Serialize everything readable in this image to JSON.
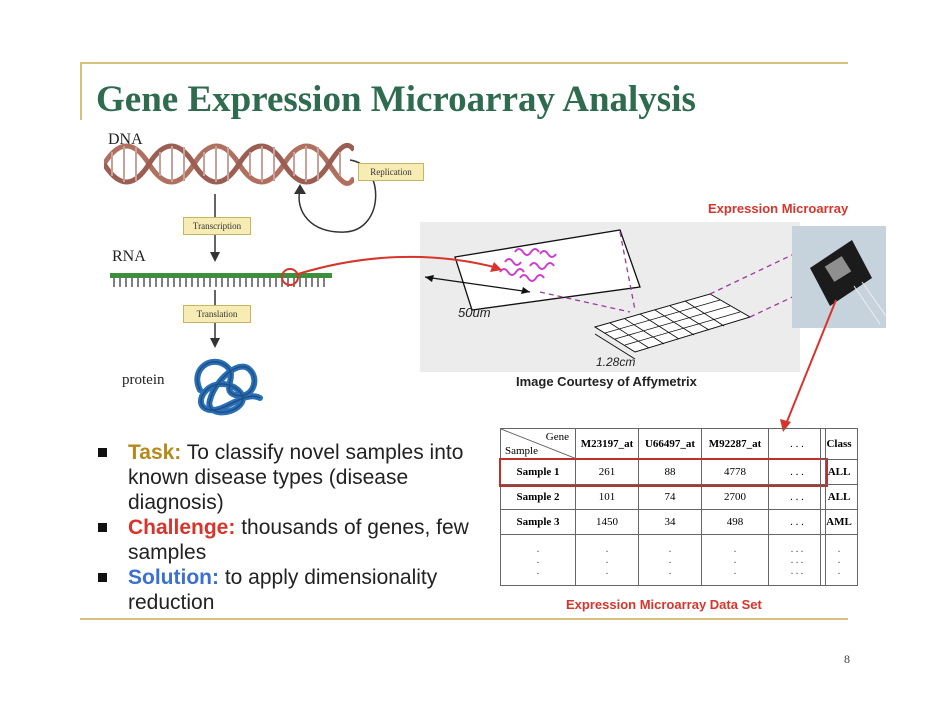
{
  "title": "Gene Expression Microarray Analysis",
  "diagram": {
    "dna_label": "DNA",
    "rna_label": "RNA",
    "protein_label": "protein",
    "replication_tag": "Replication",
    "transcription_tag": "Transcription",
    "translation_tag": "Translation"
  },
  "microarray": {
    "caption_top": "Expression Microarray",
    "dim_small": "50um",
    "dim_large": "1.28cm",
    "courtesy": "Image Courtesy of Affymetrix"
  },
  "bullets": [
    {
      "keyword": "Task:",
      "text": " To classify novel samples into known disease types (disease diagnosis)"
    },
    {
      "keyword": "Challenge:",
      "text": " thousands of genes, few samples"
    },
    {
      "keyword": "Solution:",
      "text": " to apply dimensionality reduction"
    }
  ],
  "dataset": {
    "corner_gene": "Gene",
    "corner_sample": "Sample",
    "genes": [
      "M23197_at",
      "U66497_at",
      "M92287_at"
    ],
    "rows": [
      {
        "sample": "Sample 1",
        "values": [
          "261",
          "88",
          "4778"
        ],
        "class": "ALL"
      },
      {
        "sample": "Sample 2",
        "values": [
          "101",
          "74",
          "2700"
        ],
        "class": "ALL"
      },
      {
        "sample": "Sample 3",
        "values": [
          "1450",
          "34",
          "498"
        ],
        "class": "AML"
      }
    ],
    "ellipsis": ". . .",
    "class_header": "Class",
    "caption": "Expression Microarray Data Set"
  },
  "page_number": "8",
  "colors": {
    "title_green": "#2e6b4f",
    "frame_gold": "#d6c27a",
    "caption_red": "#d9342b",
    "task_gold": "#b58a1a",
    "solution_blue": "#3b6fd0"
  }
}
